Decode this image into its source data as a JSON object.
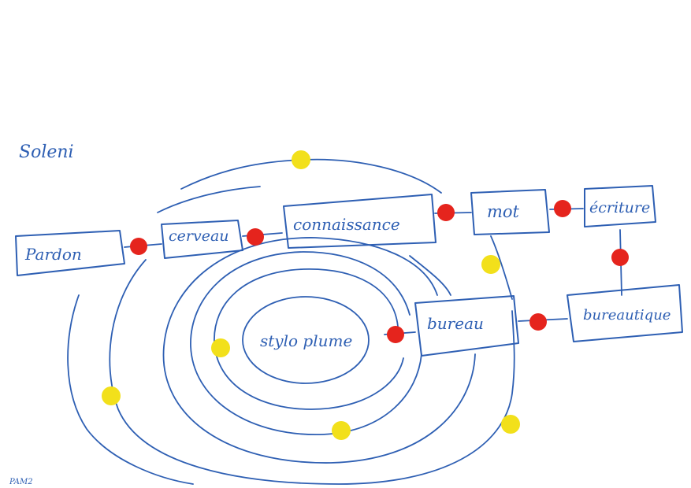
{
  "author": "Soleni",
  "corner_code": "PAM2",
  "center_label": "stylo plume",
  "nodes": {
    "pardon": "Pardon",
    "cerveau": "cerveau",
    "connaissance": "connaissance",
    "mot": "mot",
    "ecriture": "écriture",
    "bureau": "bureau",
    "bureautique": "bureautique"
  },
  "colors": {
    "ink": "#2e5fb3",
    "red_dot": "#e5241d",
    "yellow_dot": "#f2e01b",
    "background": "#ffffff"
  }
}
